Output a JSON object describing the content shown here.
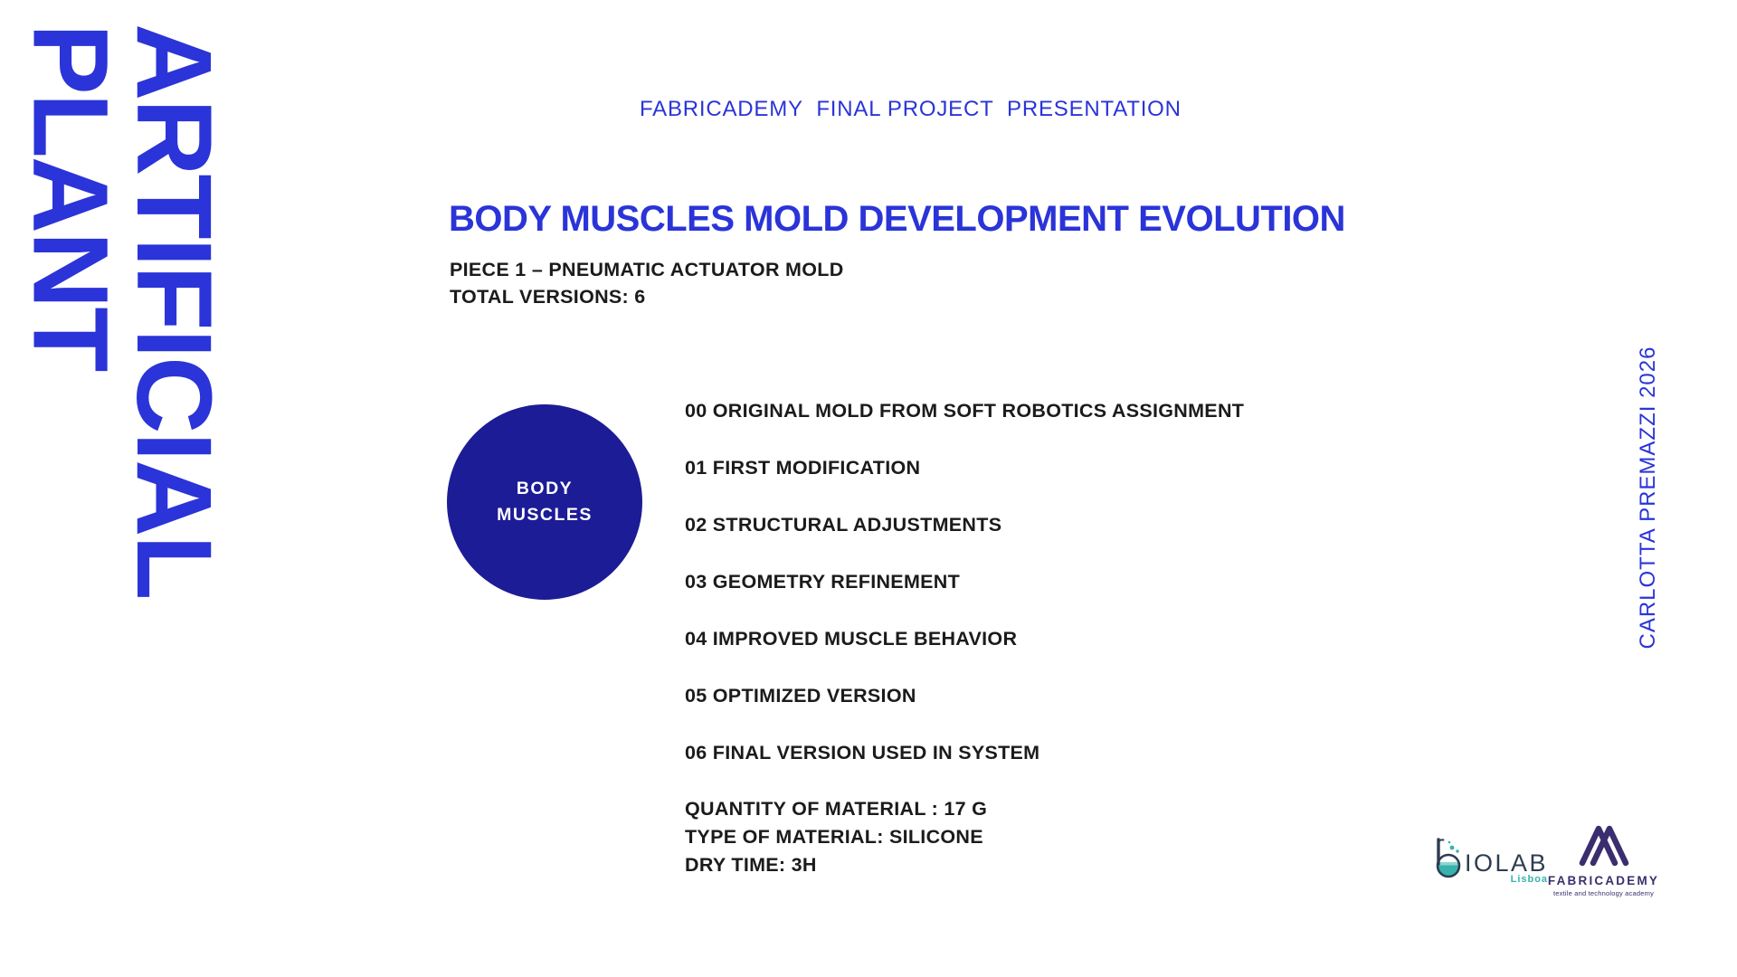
{
  "brand": {
    "text": "ARTIFICIAL\nPLANT"
  },
  "header": {
    "label": "FABRICADEMY  FINAL PROJECT  PRESENTATION"
  },
  "title": "BODY MUSCLES MOLD DEVELOPMENT EVOLUTION",
  "subtitle": {
    "piece": "PIECE 1 – PNEUMATIC ACTUATOR MOLD",
    "versions": "TOTAL VERSIONS: 6"
  },
  "badge": {
    "line1": "BODY",
    "line2": "MUSCLES"
  },
  "versions": [
    "00 ORIGINAL MOLD FROM SOFT ROBOTICS ASSIGNMENT",
    "01 FIRST MODIFICATION",
    "02 STRUCTURAL ADJUSTMENTS",
    "03 GEOMETRY REFINEMENT",
    "04 IMPROVED MUSCLE BEHAVIOR",
    "05 OPTIMIZED VERSION",
    "06 FINAL VERSION USED IN SYSTEM"
  ],
  "materials": {
    "quantity": "QUANTITY OF MATERIAL : 17 G",
    "type": "TYPE OF MATERIAL: SILICONE",
    "dry_time": "DRY TIME: 3H"
  },
  "author": "CARLOTTA PREMAZZI 2026",
  "logos": {
    "biolab": {
      "word": "IOLAB",
      "city": "Lisboa"
    },
    "fabricademy": {
      "word": "FABRICADEMY",
      "tagline": "textile and technology academy"
    }
  },
  "colors": {
    "accent_blue": "#2a34d8",
    "badge_navy": "#1c1c96",
    "text_dark": "#1b1b1b",
    "biolab_navy": "#2e3c52",
    "biolab_teal": "#36b3ac",
    "fabricademy_purple": "#3b2e6e"
  }
}
